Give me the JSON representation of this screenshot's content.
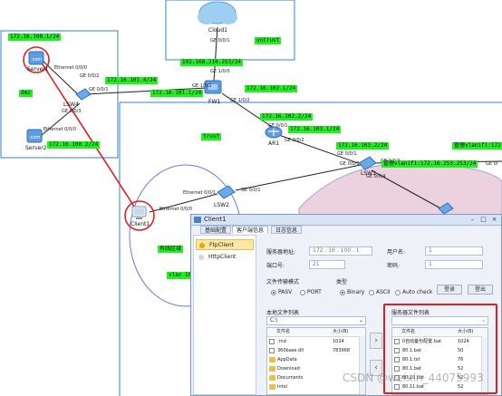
{
  "network_labels": {
    "ip_server1_net": "172.16.100.1/24",
    "ip_lsw4_fw": "172.16.101.4/24",
    "ip_fw_lsw4": "172.16.101.1/24",
    "ip_fw_cloud": "192.168.210.253/24",
    "ip_fw_ar1": "172.16.102.1/24",
    "ip_ar1_fw": "172.16.102.2/24",
    "ip_ar1_lsw1": "172.16.103.1/24",
    "ip_lsw1_ar1": "172.16.103.2/24",
    "ip_server2": "172.16.100.2/24",
    "dmz": "dmz",
    "untrust": "untrust",
    "trust": "trust",
    "mgmt_vlanif1": "管理vlanif1:172.16.253.253/24",
    "mgmt_vlanif1_right": "管理vlanif1:172",
    "wireless_area": "有线区域",
    "vlan_partial": "vlan 10"
  },
  "devices": {
    "cloud1": "Cloud1",
    "fw1": "FW1",
    "ar1": "AR1",
    "lsw1": "LSW1",
    "lsw2": "LSW2",
    "lsw4": "LSW4",
    "server1": "Server1",
    "server2": "Server2",
    "client1": "Client1"
  },
  "ports": {
    "cloud_ge001": "GE 0/0/1",
    "fw_ge100": "GE 1/0/0",
    "fw_ge101": "GE 1/0/1",
    "fw_ge102": "GE 1/0/2",
    "lsw4_ge002": "GE 0/0/2",
    "lsw4_ge001": "GE 0/0/1",
    "lsw4_ge003": "GE 0/0/3",
    "s1_eth": "Ethernet 0/0/0",
    "s2_eth": "Ethernet 0/0/0",
    "ar1_ge001": "GE 0/0/1",
    "ar1_ge002": "GE 0/0/2",
    "lsw1_ge001": "GE 0/0/1",
    "lsw1_ge002": "GE 0/0/2",
    "lsw1_ge003": "GE 0/0/3",
    "lsw1_ge004": "GE 0/0/4",
    "lsw2_eth001": "Ethernet 0/0/1",
    "lsw2_ge001": "GE 0/0/1",
    "client_eth": "Ethernet 0/0/0",
    "right_ge": "GE 0/"
  },
  "client_window": {
    "title": "Client1",
    "tabs": [
      "基础配置",
      "客户端信息",
      "日志信息"
    ],
    "left_items": [
      "FtpClient",
      "HttpClient"
    ],
    "server_addr_label": "服务器地址:",
    "ip_octets": [
      "172",
      "16",
      "100",
      "1"
    ],
    "port_label": "端口号:",
    "port_value": "21",
    "username_label": "用户名:",
    "username_value": "1",
    "password_label": "密码:",
    "password_value": "1",
    "transfer_mode_label": "文件传输模式",
    "mode_pasv": "PASV",
    "mode_port": "PORT",
    "type_label": "类型",
    "type_binary": "Binary",
    "type_ascii": "ASCII",
    "type_auto": "Auto check",
    "login_button": "登录",
    "logout_button": "登出",
    "local_list_label": "本地文件列表",
    "local_path": "C:\\",
    "col_filename": "文件名",
    "col_size": "大小(B)",
    "local_files": [
      {
        "name": ".rnd",
        "size": "1024",
        "folder": false
      },
      {
        "name": "360base.dll",
        "size": "783968",
        "folder": false
      },
      {
        "name": "AppData",
        "size": "",
        "folder": true
      },
      {
        "name": "Download",
        "size": "",
        "folder": true
      },
      {
        "name": "Documents",
        "size": "",
        "folder": true
      },
      {
        "name": "Intel",
        "size": "",
        "folder": true
      }
    ],
    "server_list_label": "服务器文件列表",
    "server_files": [
      {
        "name": "0自动备份配置.bat",
        "size": "1024"
      },
      {
        "name": "80.1.bat",
        "size": "50"
      },
      {
        "name": "80.1.txt",
        "size": "76"
      },
      {
        "name": "80.1.bat",
        "size": "52"
      },
      {
        "name": "80.10.bat",
        "size": "52"
      },
      {
        "name": "80.11.bat",
        "size": "52"
      }
    ]
  },
  "watermark": "CSDN @weixin_44075993",
  "colors": {
    "label_green": "#22ee22",
    "zone_border": "#3a7fd5",
    "highlight_red": "#e02020",
    "selected_item": "#fbe7a8"
  }
}
